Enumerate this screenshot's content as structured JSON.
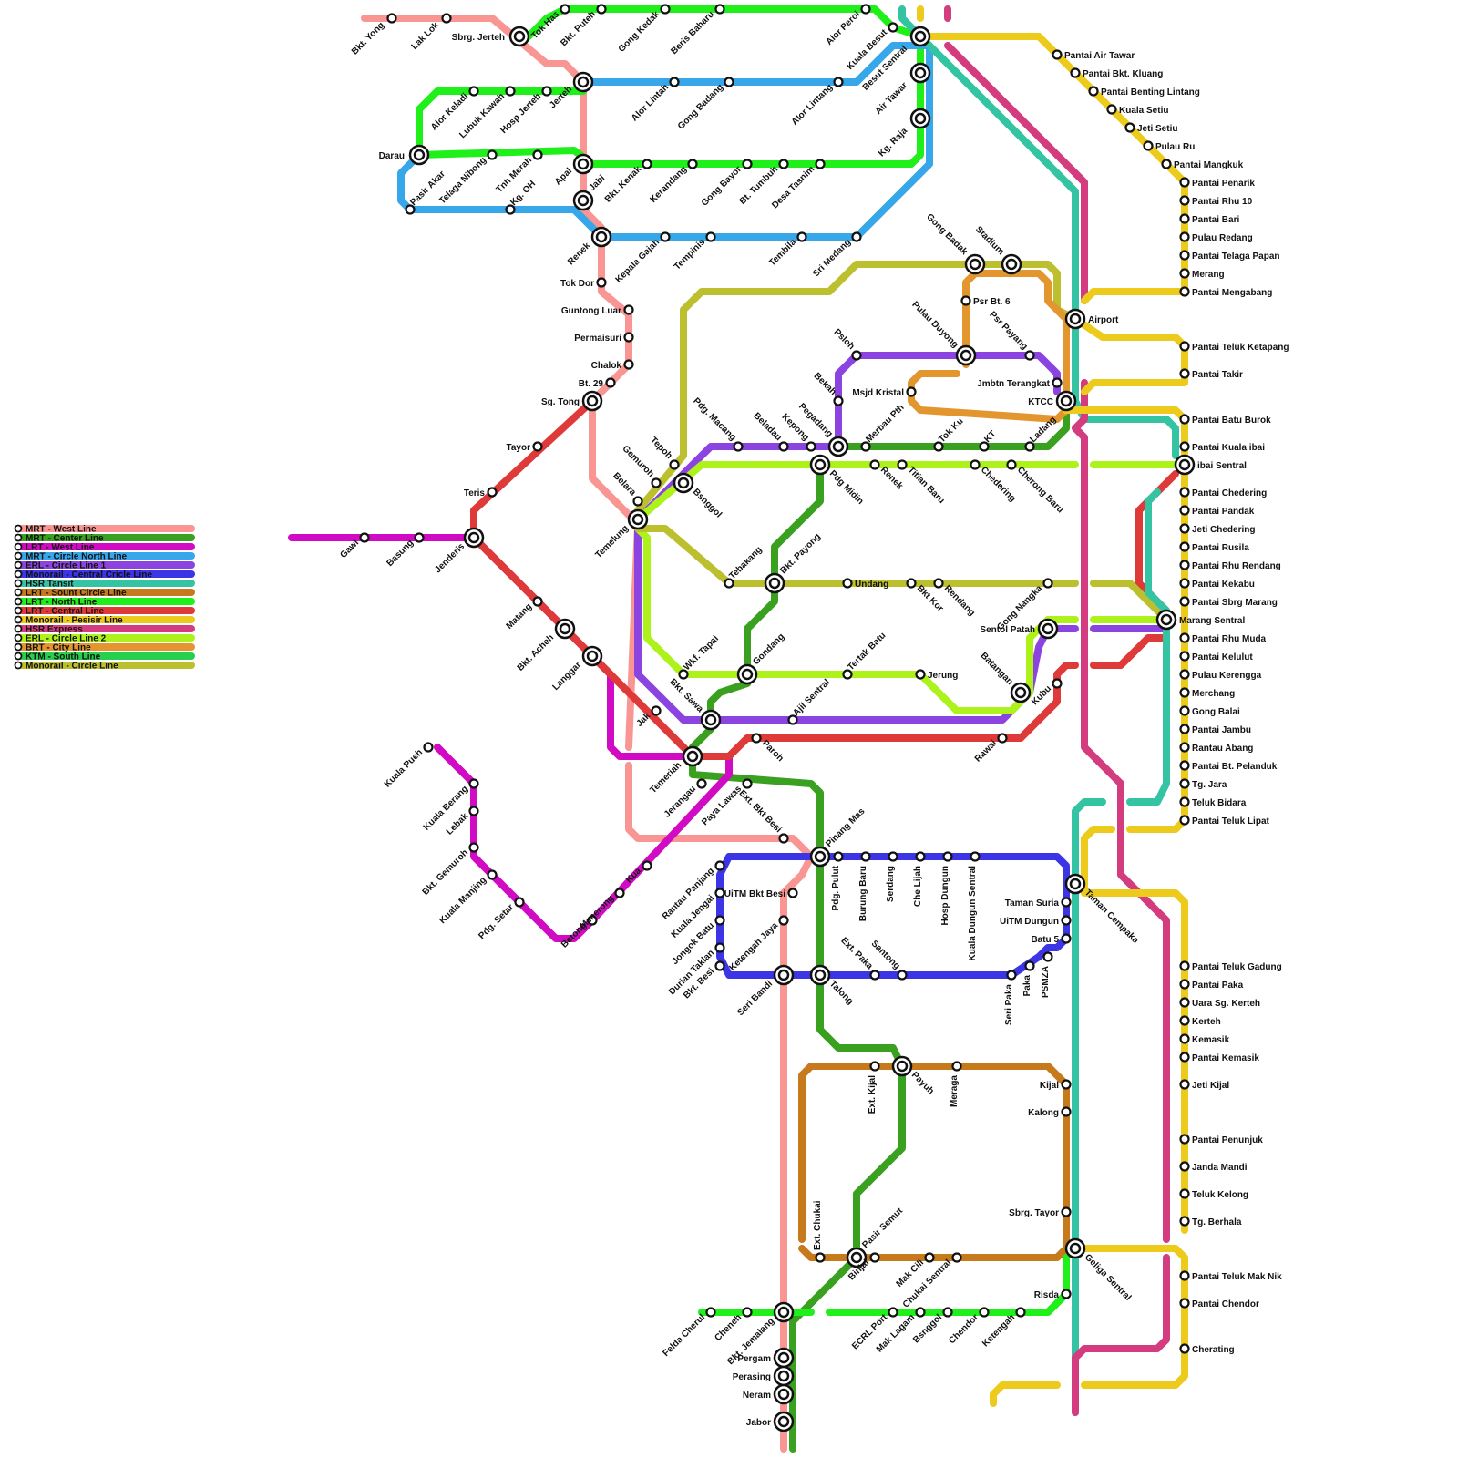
{
  "lines": [
    {
      "id": "mrt-west",
      "name": "MRT - West Line",
      "color": "#f99593"
    },
    {
      "id": "mrt-center",
      "name": "MRT - Center Line",
      "color": "#3aa01f"
    },
    {
      "id": "lrt-west",
      "name": "LRT - West Line",
      "color": "#d10ac3"
    },
    {
      "id": "mrt-circle-north",
      "name": "MRT - Circle North Line",
      "color": "#37a7ea"
    },
    {
      "id": "erl-circle-1",
      "name": "ERL - Circle Line 1",
      "color": "#8c44e0"
    },
    {
      "id": "monorail-central",
      "name": "Monorail - Central Cricle Line",
      "color": "#3c35e6"
    },
    {
      "id": "hsr-tansit",
      "name": "HSR Tansit",
      "color": "#34c4a4"
    },
    {
      "id": "lrt-sount",
      "name": "LRT - Sount Circle Line",
      "color": "#c77a1c"
    },
    {
      "id": "lrt-north",
      "name": "LRT - North Line",
      "color": "#1ff01a"
    },
    {
      "id": "lrt-central",
      "name": "LRT - Central Line",
      "color": "#df3a3a"
    },
    {
      "id": "monorail-pesisir",
      "name": "Monorail - Pesisir Line",
      "color": "#eccb1c"
    },
    {
      "id": "hsr-express",
      "name": "HSR Express",
      "color": "#d33c7e"
    },
    {
      "id": "erl-circle-2",
      "name": "ERL - Circle Line 2",
      "color": "#adf21a"
    },
    {
      "id": "brt-city",
      "name": "BRT - City Line",
      "color": "#e3962e"
    },
    {
      "id": "ktm-south",
      "name": "KTM - South Line",
      "color": "#27cf4f"
    },
    {
      "id": "monorail-circle",
      "name": "Monorail - Circle Line",
      "color": "#bcbf2e"
    }
  ],
  "station_labels": [
    "Bkt. Yong",
    "Lak Lok",
    "Sbrg. Jerteh",
    "Tok Has",
    "Bkt. Puteh",
    "Gong Kedak",
    "Beris Baharu",
    "Alor Peroi",
    "Kuala Besut",
    "Besut Sentral",
    "Air Tawar",
    "Kg. Raja",
    "Pantai Air Tawar",
    "Pantai Bkt. Kluang",
    "Pantai Benting Lintang",
    "Kuala Setiu",
    "Jeti Setiu",
    "Pulau Ru",
    "Pantai Mangkuk",
    "Pantai Penarik",
    "Pantai Rhu 10",
    "Pantai Bari",
    "Pulau Redang",
    "Pantai Telaga Papan",
    "Merang",
    "Pantai Mengabang",
    "Airport",
    "Pantai Teluk Ketapang",
    "Pantai Takir",
    "Pantai Batu Burok",
    "Pantai Kuala ibai",
    "ibai Sentral",
    "Pantai Chedering",
    "Pantai Pandak",
    "Jeti Chedering",
    "Pantai Rusila",
    "Pantai Rhu Rendang",
    "Pantai Kekabu",
    "Pantai Sbrg Marang",
    "Marang Sentral",
    "Pantai Rhu Muda",
    "Pantai Kelulut",
    "Pulau Kerengga",
    "Merchang",
    "Gong Balai",
    "Pantai Jambu",
    "Rantau Abang",
    "Pantai Bt. Pelanduk",
    "Tg. Jara",
    "Teluk Bidara",
    "Pantai Teluk Lipat",
    "Pantai Teluk Gadung",
    "Pantai Paka",
    "Uara Sg. Kerteh",
    "Kerteh",
    "Kemasik",
    "Pantai Kemasik",
    "Jeti Kijal",
    "Pantai Penunjuk",
    "Janda Mandi",
    "Teluk Kelong",
    "Tg. Berhala",
    "Pantai Teluk Mak Nik",
    "Pantai Chendor",
    "Cherating",
    "Alor Keladi",
    "Lubuk Kawah",
    "Hosp Jerteh",
    "Jerteh",
    "Alor Lintah",
    "Gong Badang",
    "Alor Lintang",
    "Darau",
    "Pasir Akar",
    "Telaga Nibong",
    "Tnh Merah",
    "Kg. OH",
    "Apal",
    "Jabi",
    "Bkt. Kenak",
    "Kerandang",
    "Gong Bayor",
    "Bt. Tumbuh",
    "Desa Tasnim",
    "Renek",
    "Kepala Gajah",
    "Tempinis",
    "Tembila",
    "Sri Medang",
    "Tok Dor",
    "Guntong Luar",
    "Permaisuri",
    "Chalok",
    "Bt. 29",
    "Sg. Tong",
    "Tayor",
    "Teris",
    "Gawi",
    "Basung",
    "Jenderis",
    "Matang",
    "Bkt. Acheh",
    "Langgar",
    "Jak",
    "Kuala Pueh",
    "Kuala Berang",
    "Lebak",
    "Bkt. Gemuroh",
    "Kuala Manjing",
    "Pdg. Setar",
    "Betong",
    "Menerong",
    "Kua",
    "Gong Badak",
    "Stadium",
    "Psr Bt. 6",
    "Pulau Duyong",
    "Psr Payang",
    "Jmbtn Terangkat",
    "KTCC",
    "Msjd Kristal",
    "Psloh",
    "Bekah",
    "Pegadang",
    "Kepong",
    "Beladau",
    "Pdg. Macang",
    "Tepoh",
    "Gemuroh",
    "Belara",
    "Bsnggol",
    "Temelung",
    "Merbau Pth",
    "Tok Ku",
    "KT",
    "Ladang",
    "Renek",
    "Titian Baru",
    "Chedering",
    "Cherong Baru",
    "Pdg Midin",
    "Tebakang",
    "Bkt. Payong",
    "Undang",
    "Bkt Kor",
    "Rendang",
    "Gong Nangka",
    "Sentol Patah",
    "Batangan",
    "Kubu",
    "Rawai",
    "Wkf. Tapai",
    "Bkt. Sawa",
    "Gondang",
    "Tertak Batu",
    "Jerung",
    "Ajil Sentral",
    "Temeriah",
    "Paroh",
    "Jerangau",
    "Paya Lawas",
    "Ext. Bkt Besi",
    "Pinang Mas",
    "Pdg. Pulut",
    "Burung Baru",
    "Serdang",
    "Che Lijah",
    "Hosp Dungun",
    "Kuala Dungun Sentral",
    "Taman Cempaka",
    "Taman Suria",
    "UiTM Dungun",
    "Batu 5",
    "PSMZA",
    "Paka",
    "Seri Paka",
    "Santong",
    "Ext. Paka",
    "Talong",
    "Rantau Panjang",
    "Kuala Jengai",
    "Jongok Batu",
    "Durian Taklan",
    "Bkt. Besi",
    "UiTM Bkt Besi",
    "Ketengah Jaya",
    "Seri Bandi",
    "Ext. Kijal",
    "Payuh",
    "Meraga",
    "Kijal",
    "Kalong",
    "Sbrg. Tayor",
    "Ext. Chukai",
    "Pasir Semut",
    "Binjai",
    "Mak Cili",
    "Chukai Sentral",
    "Geliga Sentral",
    "Risda",
    "Felda Cherul",
    "Cheneh",
    "Bkt. Jemalang",
    "ECRL Port",
    "Mak Lagam",
    "Bsnggol",
    "Chendor",
    "Ketengah",
    "Pergam",
    "Perasing",
    "Neram",
    "Jabor"
  ]
}
